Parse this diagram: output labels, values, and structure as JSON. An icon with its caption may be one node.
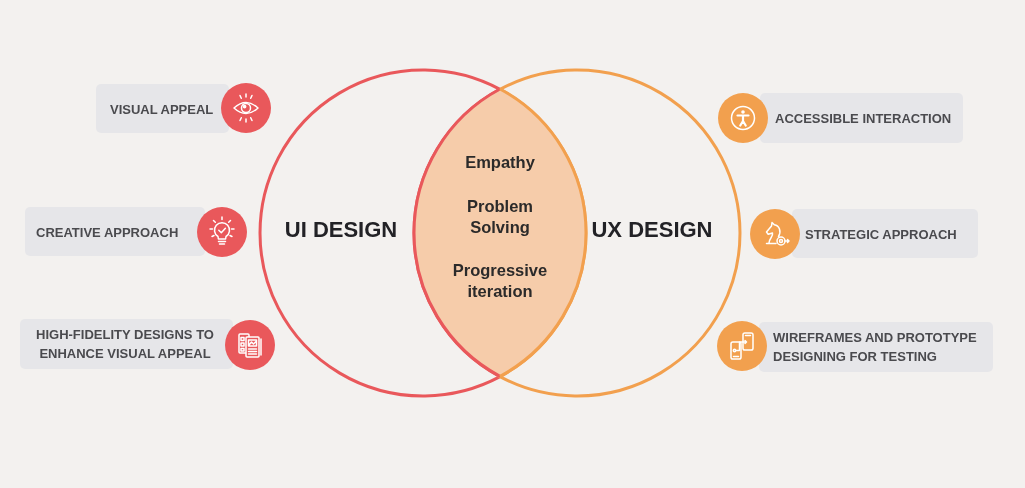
{
  "diagram": {
    "nodes": [
      {
        "text": [
          "UI DESIGN"
        ]
      },
      {
        "text": [
          "UX DESIGN"
        ]
      },
      {
        "text": [
          "Empathy",
          "Problem Solving",
          "Progressive iteration"
        ]
      },
      {
        "text": [
          "VISUAL APPEAL"
        ]
      },
      {
        "text": [
          "CREATIVE APPROACH"
        ]
      },
      {
        "text": [
          "HIGH-FIDELITY DESIGNS TO ENHANCE VISUAL APPEAL"
        ]
      },
      {
        "text": [
          "ACCESSIBLE INTERACTION"
        ]
      },
      {
        "text": [
          "STRATEGIC APPROACH"
        ]
      },
      {
        "text": [
          "WIREFRAMES AND PROTOTYPE DESIGNING FOR TESTING"
        ]
      }
    ]
  }
}
